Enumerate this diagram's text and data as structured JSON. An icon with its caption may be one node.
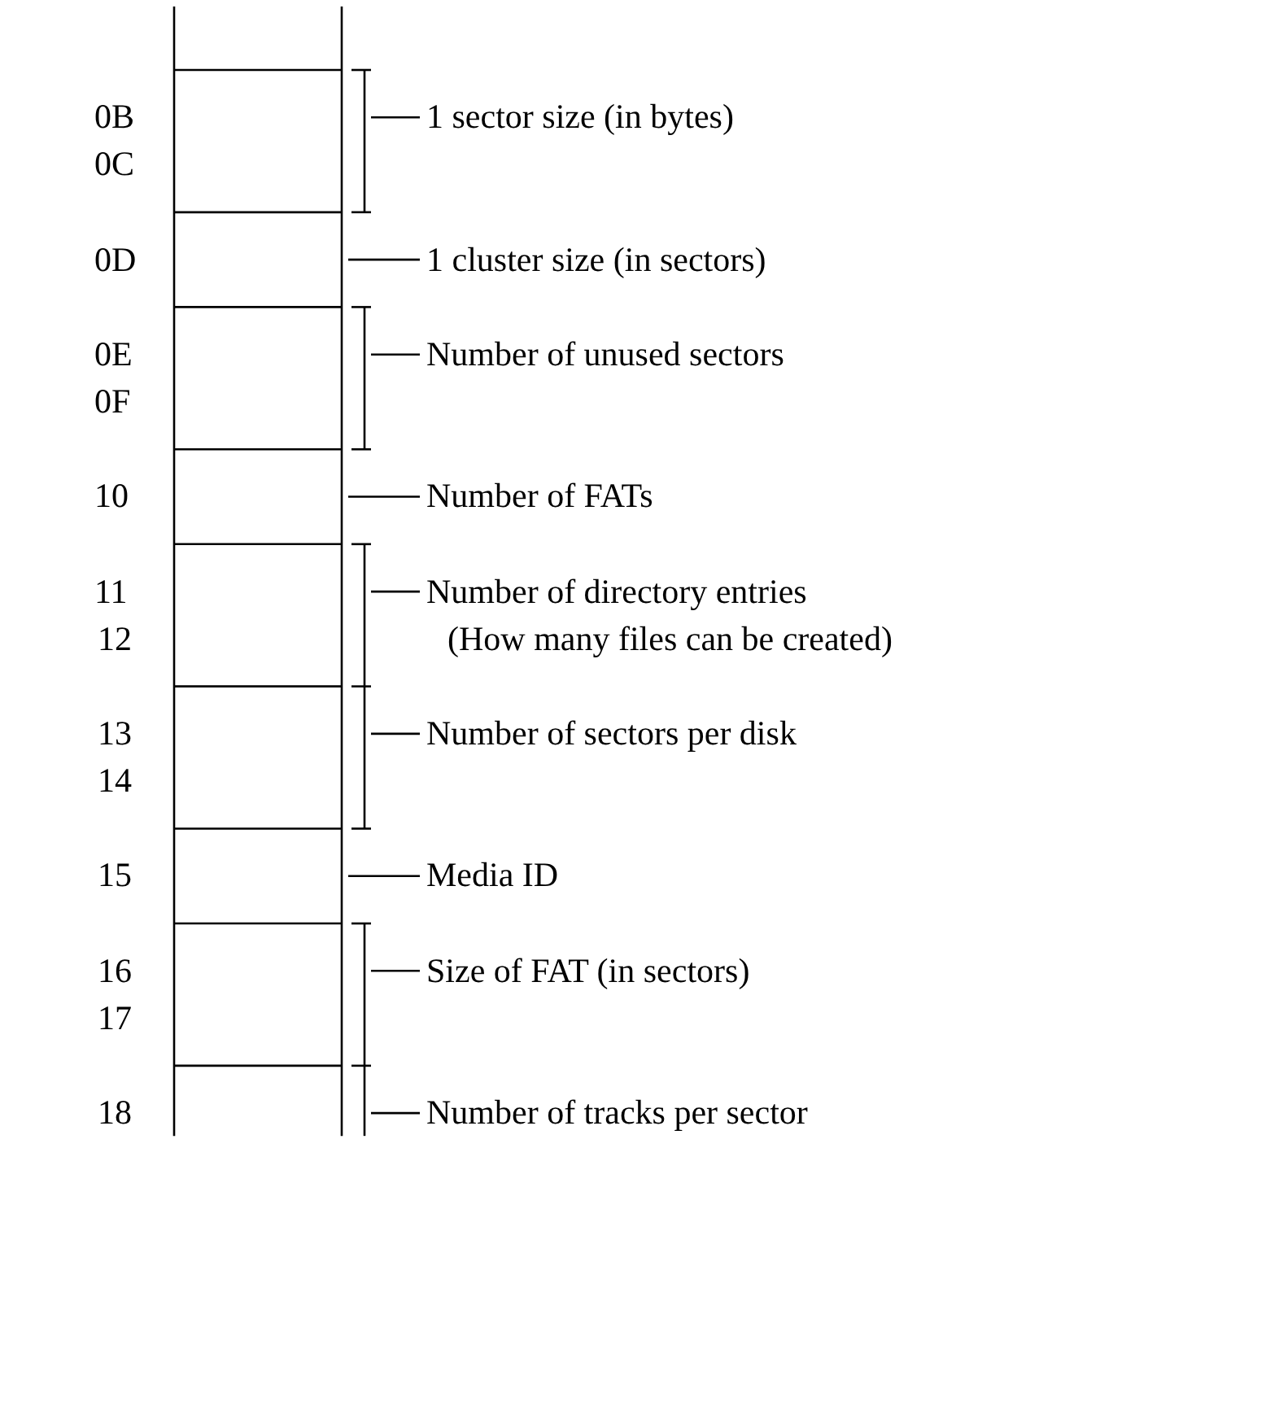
{
  "diagram": {
    "labels": [
      "0B",
      "1 sector size (in bytes)",
      "0C",
      "0D",
      "1 cluster size (in sectors)",
      "0E",
      "Number of unused sectors",
      "0F",
      "10",
      "Number of FATs",
      "11",
      "Number of directory entries",
      "12",
      "(How many files can be created)",
      "13",
      "Number of sectors per disk",
      "14",
      "15",
      "Media ID",
      "16",
      "Size of FAT (in sectors)",
      "17",
      "18",
      "Number of tracks per sector"
    ]
  }
}
